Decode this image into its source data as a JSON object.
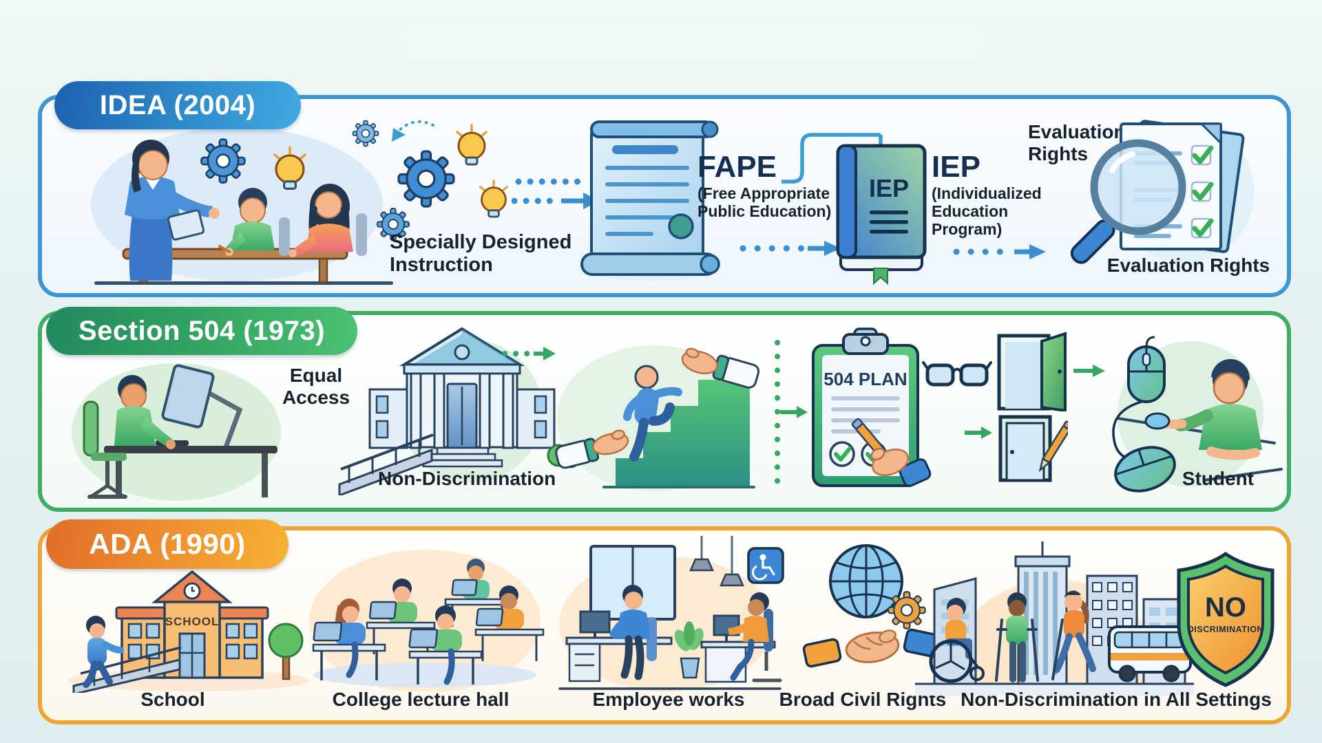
{
  "panels": {
    "idea": {
      "title": "IDEA (2004)",
      "accent": "#3b96d2",
      "labels": {
        "sdi": "Specially Designed Instruction",
        "fape_abbr": "FAPE",
        "fape_full": "(Free Appropriate Public Education)",
        "iep_book": "IEP",
        "iep_abbr": "IEP",
        "iep_full": "(Individualized Education Program)",
        "eval_top": "Evaluation Rights",
        "eval_bottom": "Evaluation Rights"
      }
    },
    "section504": {
      "title": "Section 504 (1973)",
      "accent": "#3fae63",
      "labels": {
        "equal_access": "Equal Access",
        "non_discrimination": "Non-Discrimination",
        "plan": "504 PLAN",
        "student": "Student"
      }
    },
    "ada": {
      "title": "ADA (1990)",
      "accent": "#f1a52e",
      "labels": {
        "school_sign": "SCHOOL",
        "school": "School",
        "college": "College lecture hall",
        "employee": "Employee works",
        "civil_rights": "Broad Civil Rights",
        "non_discrimination_all": "Non-Discrimination in All Settings",
        "shield_no": "NO",
        "shield_discrimination": "DISCRIMINATION"
      }
    },
    "colors": {
      "arrow_blue": "#3a8fd1",
      "arrow_green": "#35a763",
      "check_green": "#35b054"
    }
  }
}
